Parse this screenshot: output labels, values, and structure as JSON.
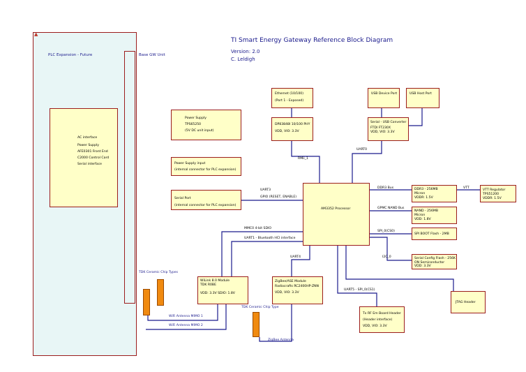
{
  "header": {
    "title": "TI Smart Energy Gateway Reference Block Diagram",
    "version": "Version: 2.0",
    "author": "C. Leldigh"
  },
  "regions": {
    "plc_label": "PLC Expansion - Future",
    "base_label": "Base GW Unit",
    "plc_items": [
      "AC interface",
      "Power Supply",
      "AFE0301 Front End",
      "C2000 Control Card",
      "Serial interface"
    ]
  },
  "blocks": {
    "ethernet": [
      "Ethernet (10/100)",
      "(Port 1 - Exposed)"
    ],
    "phy": [
      "DP83848I 10/100 PHY",
      "VDD, VIO: 3.3V"
    ],
    "usb_device": [
      "USB Device Port"
    ],
    "usb_host": [
      "USB Host Port"
    ],
    "serial_usb": [
      "Serial - USB Converter",
      "FTDI FT230X",
      "VDD, VIO: 3.3V"
    ],
    "power_supply": [
      "Power Supply",
      "TPS65250",
      "(5V DC unit input)"
    ],
    "power_input": [
      "Power Supply input",
      "(internal connector for PLC expansion)"
    ],
    "serial_port": [
      "Serial Port",
      "(internal connector for PLC expansion)"
    ],
    "processor": [
      "AM3352 Processor"
    ],
    "ddr3": [
      "DDR3 - 256MB",
      "Micron",
      "VDDR: 1.5V"
    ],
    "vtt": [
      "VTT Regulator",
      "TPS51200",
      "VDDR: 1.5V"
    ],
    "nand": [
      "NAND - 256MB",
      "Micron",
      "VDD: 1.8V"
    ],
    "spi_boot": [
      "SPI BOOT Flash - 2MB"
    ],
    "serial_config": [
      "Serial Config Flash - 256K",
      "ON Semiconductor",
      "VDD: 3.3V"
    ],
    "jtag": [
      "JTAG Header"
    ],
    "wilink": [
      "WiLink 8.0 Module",
      "TDK R0BE",
      "VDD: 3.3V  SDIO: 1.8V"
    ],
    "zigbee": [
      "ZigBee/ASE Module",
      "Radiocrafts RC2400HP-ZNN",
      "VDD, VIO: 3.3V"
    ],
    "rf_header": [
      "Tx RF Em Board Header",
      "(Header interface)",
      "VDD, VIO: 3.3V"
    ]
  },
  "connections": {
    "rmii": "RMii_1",
    "uart0": "UART0",
    "uart3": "UART3",
    "gpio": "GPIO (RESET, ENABLE)",
    "mmc": "MMC0 4-bit SDIO",
    "uart1": "UART1 - Bluetooth HCI interface",
    "uart4": "UART4",
    "uart5": "UART5 - SPI_0(CS1)",
    "ddr_bus": "DDR3 Bus",
    "vtt": "VTT",
    "gpmc": "GPMC NAND Bus",
    "spi0": "SPI_0(CS0)",
    "i2c": "I2C_0"
  },
  "annotations": {
    "tdk_chip_types": "TDK Ceramic Chip Types",
    "wifi1": "WiFi Antenna MIMO 1",
    "wifi2": "WiFi Antenna MIMO 2",
    "tdk_chip_type": "TDK Ceramic Chip Type",
    "zigbee_antenna": "ZigBee Antenna"
  },
  "colors": {
    "block_fill": "#ffffc8",
    "block_border": "#9b1c1c",
    "wire": "#1a1a8c",
    "antenna": "#f08a10",
    "region_fill": "#e8f6f6"
  }
}
